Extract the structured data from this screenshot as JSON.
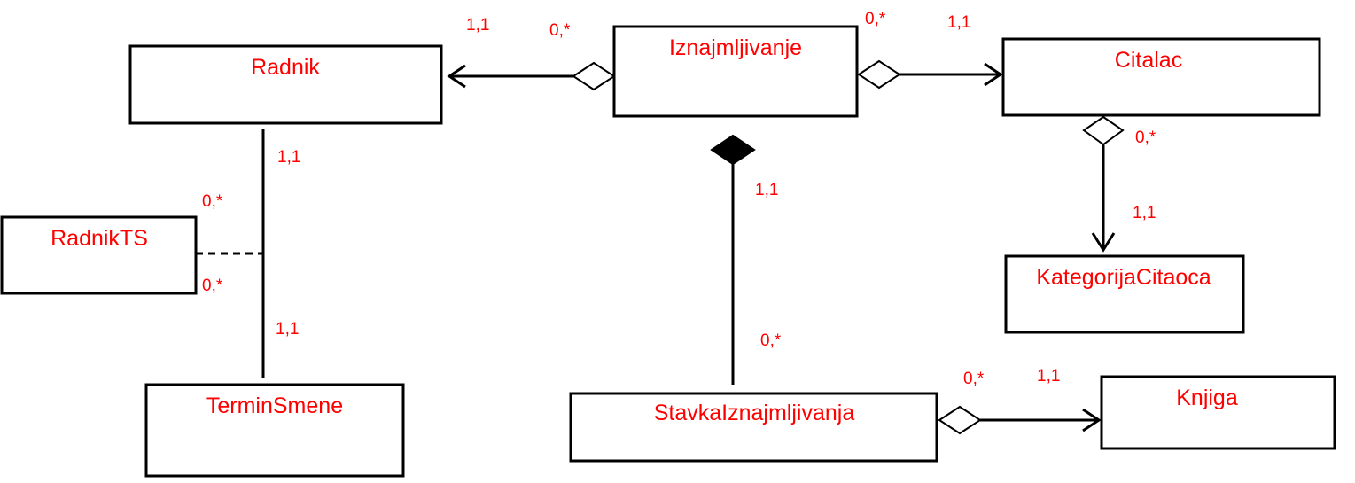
{
  "classes": {
    "radnik": "Radnik",
    "iznajmljivanje": "Iznajmljivanje",
    "citalac": "Citalac",
    "radnik_ts": "RadnikTS",
    "termin_smene": "TerminSmene",
    "kategorija_citaoca": "KategorijaCitaoca",
    "stavka_iznajmljivanja": "StavkaIznajmljivanja",
    "knjiga": "Knjiga"
  },
  "multiplicities": {
    "radnik_iznajm_radnik_end": "1,1",
    "radnik_iznajm_iznajm_end": "0,*",
    "iznajm_citalac_iznajm_end": "0,*",
    "iznajm_citalac_citalac_end": "1,1",
    "citalac_kategorija_citalac_end": "0,*",
    "citalac_kategorija_kategorija_end": "1,1",
    "radnik_termin_radnik_end": "1,1",
    "radnik_ts_upper": "0,*",
    "radnik_ts_lower": "0,*",
    "radnik_termin_termin_end": "1,1",
    "iznajm_stavka_iznajm_end": "1,1",
    "iznajm_stavka_stavka_end": "0,*",
    "stavka_knjiga_stavka_end": "0,*",
    "stavka_knjiga_knjiga_end": "1,1"
  },
  "colors": {
    "text": "#ff0000",
    "lines": "#000000",
    "background": "#ffffff"
  }
}
